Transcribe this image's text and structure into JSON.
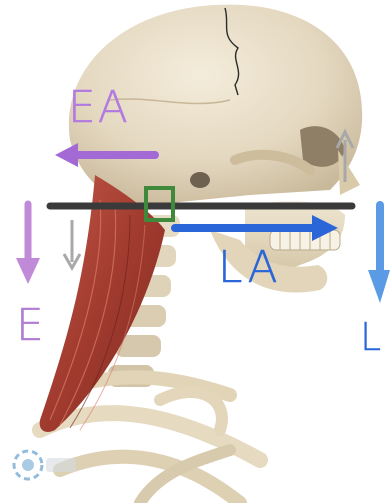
{
  "annotations": {
    "ea_label": "EA",
    "e_label": "E",
    "la_label": "LA",
    "l_label": "L"
  },
  "colors": {
    "purple": "#a36ad6",
    "lavender": "#c08ad8",
    "blue": "#2a66d8",
    "light_blue": "#5b9be6",
    "gray_arrow": "#a8a8a8",
    "dark_line": "#3a3a3a",
    "green_box": "#3f8a3a",
    "bone": "#e9dfca",
    "muscle": "#b0483a"
  },
  "icons": {
    "logo": "visible-body-logo-icon"
  }
}
